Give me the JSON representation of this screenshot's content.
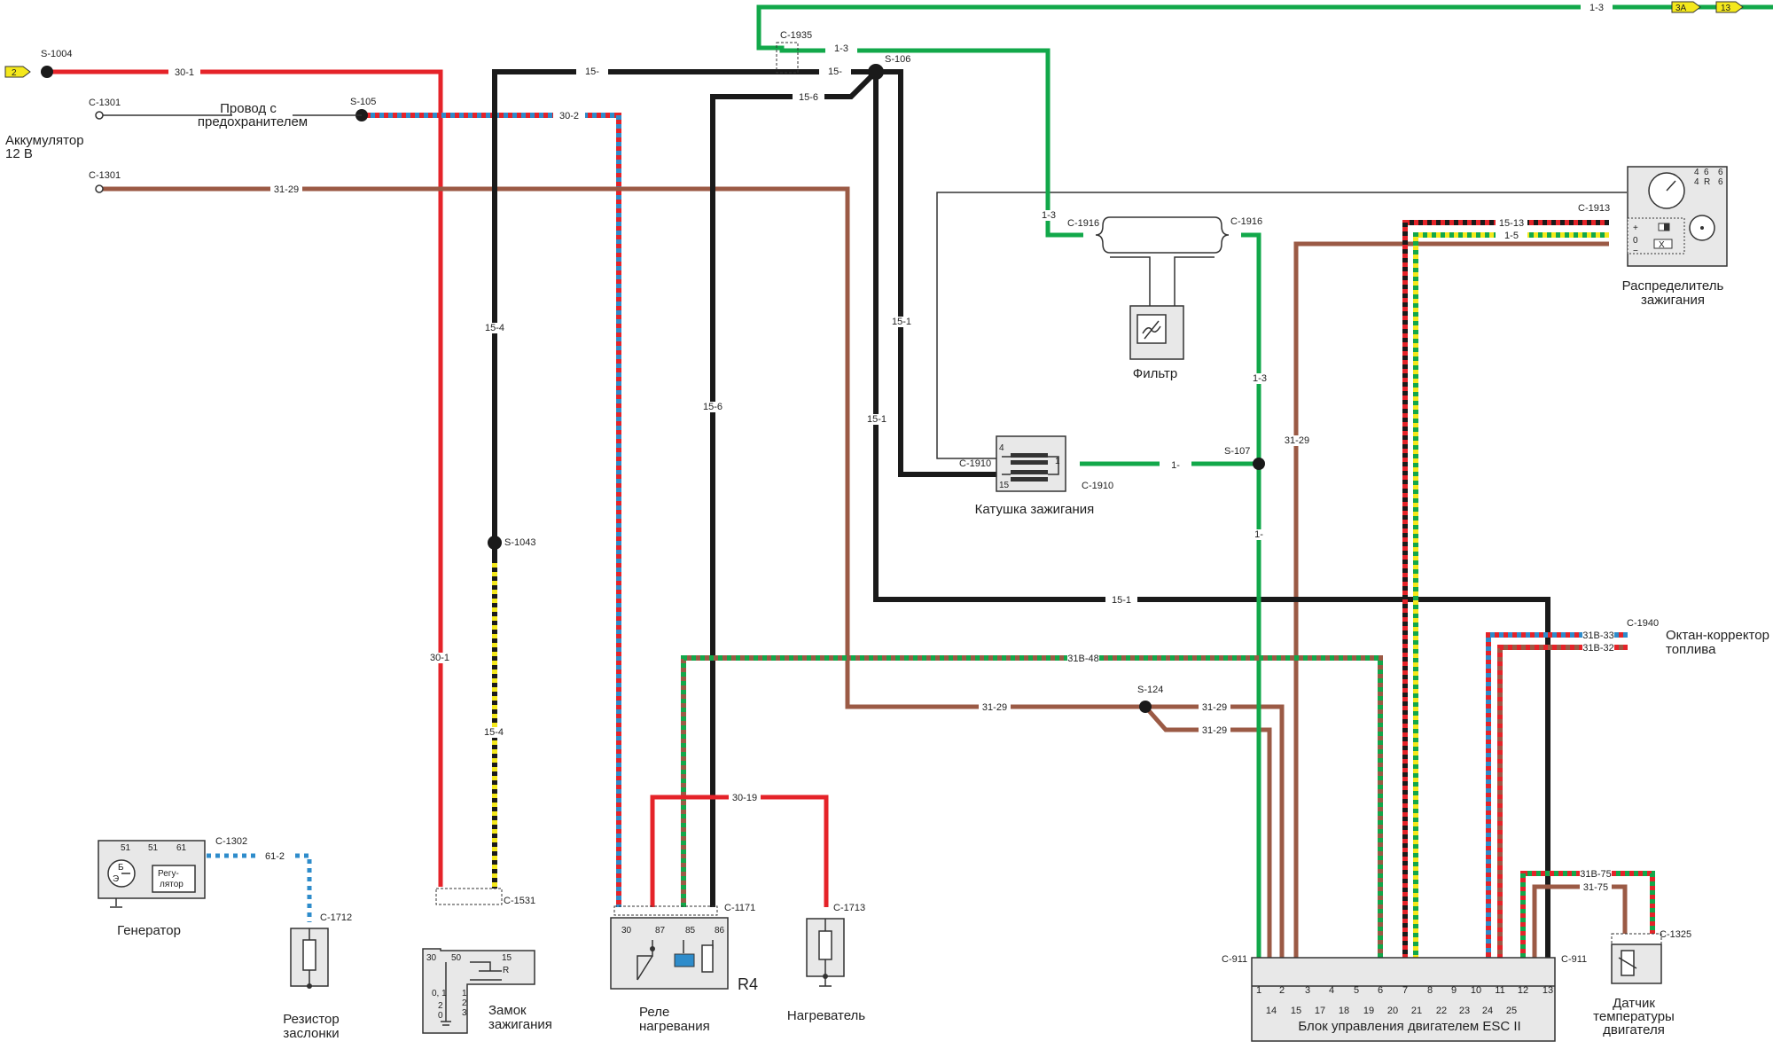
{
  "wires": {
    "30-1a": "30-1",
    "30-1b": "30-1",
    "30-2": "30-2",
    "31-29": "31-29",
    "15-a": "15-",
    "15-b": "15-",
    "15-6a": "15-6",
    "15-6b": "15-6",
    "15-1a": "15-1",
    "15-1b": "15-1",
    "15-1c": "15-1",
    "15-4": "15-4",
    "1-3a": "1-3",
    "1-3b": "1-3",
    "1-3c": "1-3",
    "1-3d": "1-3",
    "1-a": "1-",
    "1-b": "1-",
    "31B-48": "31B-48",
    "31-29b": "31-29",
    "31-29c": "31-29",
    "31-29d": "31-29",
    "31-29e": "31-29",
    "30-19": "30-19",
    "61-2": "61-2",
    "15-13": "15-13",
    "1-5": "1-5",
    "31B-33": "31B-33",
    "31B-32": "31B-32",
    "31B-75": "31B-75",
    "31-75": "31-75"
  },
  "connectors": {
    "s1004": "S-1004",
    "c1301a": "C-1301",
    "c1301b": "C-1301",
    "s105": "S-105",
    "c1935": "C-1935",
    "s106": "S-106",
    "c1916a": "C-1916",
    "c1916b": "C-1916",
    "c1913": "C-1913",
    "c1910a": "C-1910",
    "c1910b": "C-1910",
    "s107": "S-107",
    "s1043": "S-1043",
    "c1940": "C-1940",
    "s124": "S-124",
    "c1302": "C-1302",
    "c1712": "C-1712",
    "c1531": "C-1531",
    "c1171": "C-1171",
    "c1713": "C-1713",
    "c911a": "C-911",
    "c911b": "C-911",
    "c1325": "C-1325"
  },
  "refs": {
    "left": "2",
    "right1": "3A",
    "right2": "13"
  },
  "components": {
    "battery_line1": "Аккумулятор",
    "battery_line2": "12 В",
    "fuse_wire_line1": "Провод с",
    "fuse_wire_line2": "предохранителем",
    "filter": "Фильтр",
    "coil": "Катушка зажигания",
    "distributor_line1": "Распределитель",
    "distributor_line2": "зажигания",
    "octane_line1": "Октан-корректор",
    "octane_line2": "топлива",
    "generator": "Генератор",
    "resistor_line1": "Резистор",
    "resistor_line2": "заслонки",
    "ignition_line1": "Замок",
    "ignition_line2": "зажигания",
    "relay_line1": "Реле",
    "relay_line2": "нагревания",
    "relay_code": "R4",
    "heater": "Нагреватель",
    "ecu": "Блок управления двигателем ESC II",
    "temp_line1": "Датчик",
    "temp_line2": "температуры",
    "temp_line3": "двигателя",
    "regulator_line1": "Регу-",
    "regulator_line2": "лятор"
  },
  "pins": {
    "gen": [
      "51",
      "51",
      "61"
    ],
    "gen_b": "Б",
    "gen_e": "Э",
    "ign_top": [
      "30",
      "50",
      "15",
      "R"
    ],
    "ign_pos": [
      "0, 1",
      "2",
      "0",
      "1",
      "2",
      "3"
    ],
    "relay": [
      "30",
      "87",
      "85",
      "86"
    ],
    "coil": [
      "4",
      "1",
      "15"
    ],
    "dist_right": [
      "4",
      "4",
      "6",
      "6",
      "6",
      "R"
    ],
    "dist_letters": [
      "+",
      "0",
      "−",
      "X"
    ],
    "ecu_top": [
      "1",
      "2",
      "3",
      "4",
      "5",
      "6",
      "7",
      "8",
      "9",
      "10",
      "11",
      "12",
      "13"
    ],
    "ecu_bottom": [
      "14",
      "15",
      "17",
      "18",
      "19",
      "20",
      "21",
      "22",
      "23",
      "24",
      "25"
    ]
  },
  "colors": {
    "red": "#e52329",
    "black": "#1a1a1a",
    "green": "#12a84a",
    "brown": "#9b5a45",
    "blue": "#2e8ccb",
    "yellow": "#f4e81c",
    "gray": "#555555"
  }
}
